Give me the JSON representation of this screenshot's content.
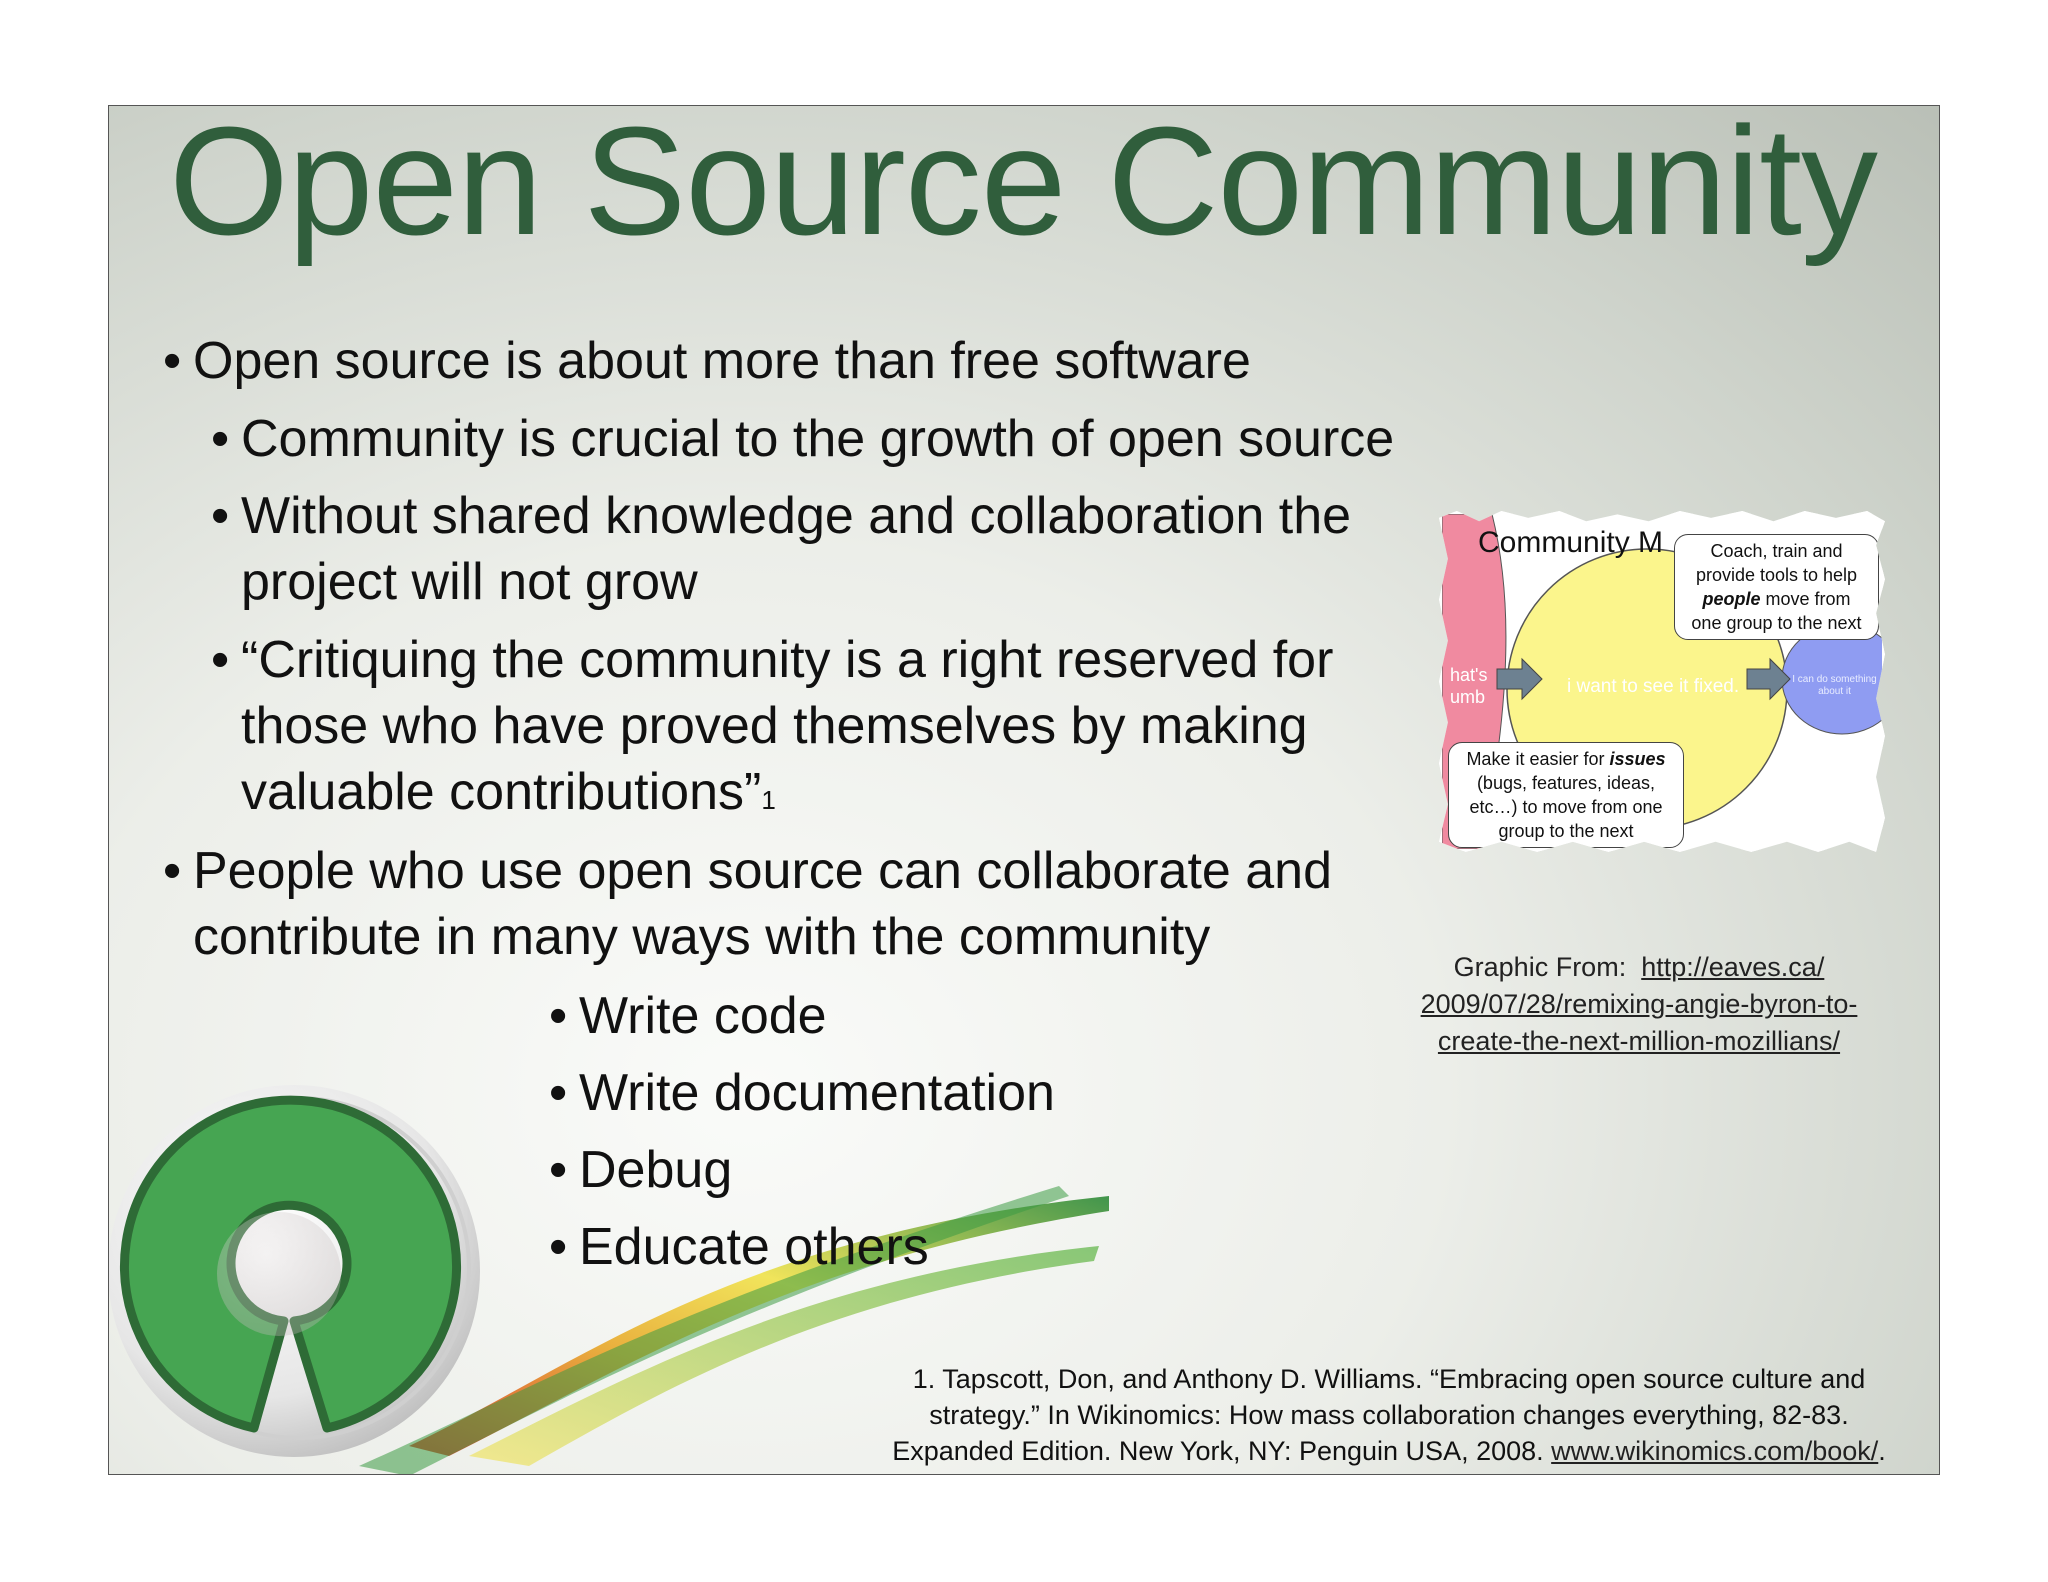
{
  "slide": {
    "title": "Open Source Community",
    "bullets": [
      {
        "text": "Open source is about more than free software",
        "level": 1
      },
      {
        "text": "Community is crucial to the growth of open source",
        "level": 2
      },
      {
        "text": "Without shared knowledge and collaboration the project will not grow",
        "level": 2
      },
      {
        "text": "“Critiquing the community is a right reserved for those who have proved themselves by making valuable contributions”",
        "footnote_mark": "1",
        "level": 2
      },
      {
        "text": "People who use open source can collaborate and contribute in many ways with the community",
        "level": 1
      },
      {
        "text": "Write code",
        "level": 3
      },
      {
        "text": "Write documentation",
        "level": 3
      },
      {
        "text": "Debug",
        "level": 3
      },
      {
        "text": "Educate others",
        "level": 3
      }
    ],
    "bullet_glyph": "•",
    "graphic": {
      "title": "Community M",
      "bubble_top": [
        "Coach, train and",
        "provide tools to help",
        "people",
        " move from",
        "one group to the next"
      ],
      "bubble_bottom": [
        "Make it easier for ",
        "issues",
        "(bugs, features, ideas,",
        "etc…) to move from one",
        "group to the next"
      ],
      "left_text": [
        "hat's",
        "umb"
      ],
      "mid_text": "i want to see it fixed.",
      "right_text": "I can do something about it",
      "colors": {
        "pink": "#f08aa0",
        "yellow": "#fbf58c",
        "blue": "#8f9cf2",
        "arrow": "#6d8191"
      }
    },
    "credit": {
      "label": "Graphic From:",
      "link_lines": [
        "http://eaves.ca/",
        "2009/07/28/remixing-angie-byron-to-",
        "create-the-next-million-mozillians/"
      ]
    },
    "footnote": {
      "lines": [
        "1. Tapscott, Don, and Anthony D. Williams. “Embracing open source culture and",
        "strategy.” In Wikinomics: How mass collaboration changes everything, 82-83.",
        "Expanded Edition. New York, NY: Penguin USA, 2008. "
      ],
      "link": "www.wikinomics.com/book/",
      "trailing": "."
    },
    "colors": {
      "title": "#305e3c",
      "logo_green": "#3fa34d",
      "logo_dark": "#2e6b36"
    }
  }
}
